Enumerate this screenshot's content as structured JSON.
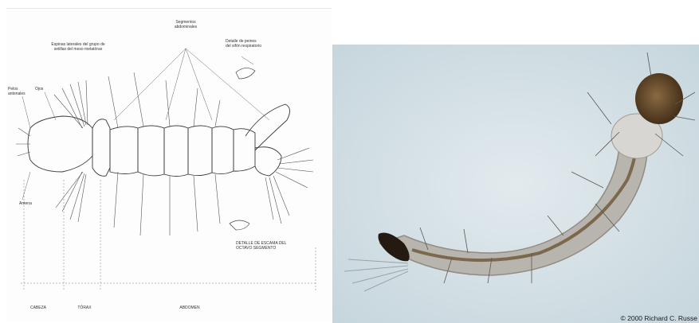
{
  "diagram": {
    "labels": {
      "spines": "Espinas laterales del grupo de\nsetillas del meso metatórax",
      "segments": "Segmentos\nabdominales",
      "siphon_detail": "Detalle de peines\ndel sifón respiratorio",
      "antennal_hair": "Pelos\nantenales",
      "eye": "Ojos",
      "antenna": "Antena",
      "scale_detail": "DETALLE DE ESCAMA DEL\nOCTAVO SEGMENTO",
      "head": "CABEZA",
      "thorax": "TÓRAX",
      "abdomen": "ABDOMEN"
    }
  },
  "photo": {
    "credit": "© 2000 Richard C. Russe"
  }
}
